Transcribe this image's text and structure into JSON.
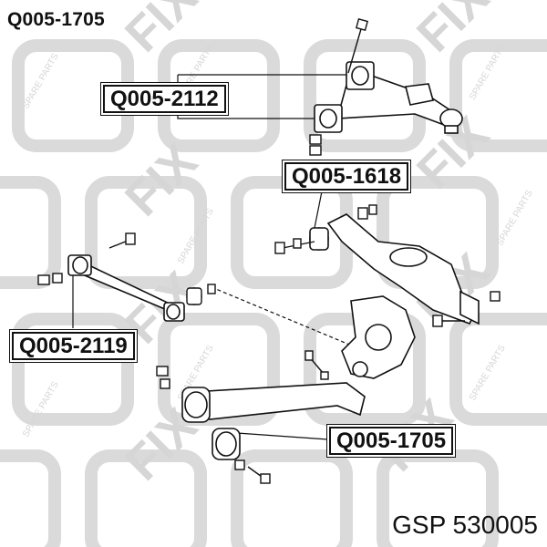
{
  "header": {
    "part_number": "Q005-1705"
  },
  "footer": {
    "text": "GSP 530005"
  },
  "watermark": {
    "brand": "FIX",
    "tagline": "SPARE PARTS"
  },
  "callouts": [
    {
      "id": "upper-arm-bushing",
      "label": "Q005-2112"
    },
    {
      "id": "trailing-arm-bushing",
      "label": "Q005-1618"
    },
    {
      "id": "lateral-link-bushing",
      "label": "Q005-2119"
    },
    {
      "id": "lower-arm-bushing",
      "label": "Q005-1705"
    }
  ],
  "colors": {
    "ink": "#111111",
    "watermark": "#d6d6d6",
    "part_fill": "#ffffff"
  }
}
